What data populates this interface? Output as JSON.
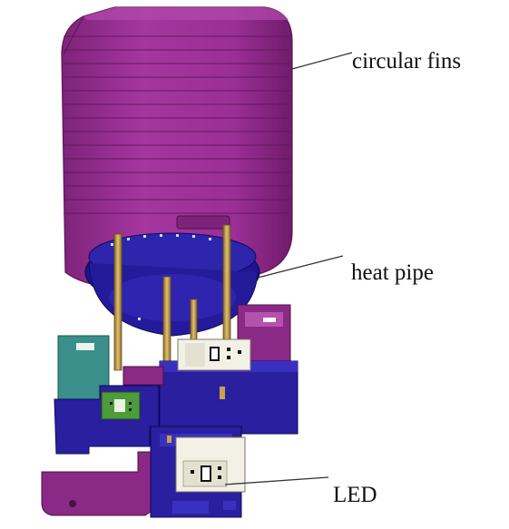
{
  "labels": {
    "fins": "circular fins",
    "pipe": "heat pipe",
    "led": "LED"
  },
  "colors": {
    "fins": "#9a2f95",
    "fins_dark": "#6b1a67",
    "base": "#2a1f9e",
    "base_dark": "#16107a",
    "heat_pipe": "#c9a24a",
    "teal_block": "#3a8f8a",
    "led_green": "#4e9b3c",
    "panel": "#f3f1e6",
    "leader": "#333333"
  },
  "led_marks": [
    "0",
    "0",
    "0",
    "0"
  ]
}
